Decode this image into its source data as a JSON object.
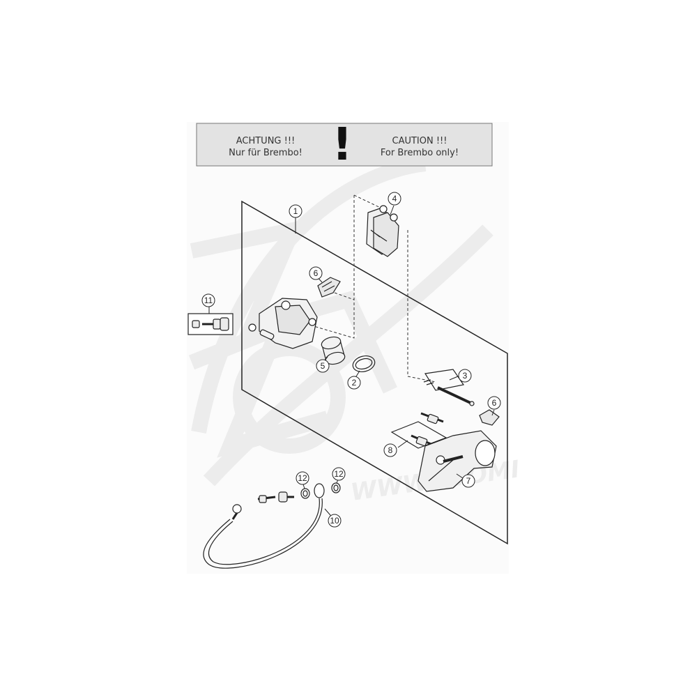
{
  "warning": {
    "de_title": "ACHTUNG !!!",
    "de_text": "Nur für Brembo!",
    "symbol": "!",
    "en_title": "CAUTION !!!",
    "en_text": "For Brembo only!"
  },
  "callouts": [
    "1",
    "2",
    "3",
    "4",
    "5",
    "6",
    "6",
    "7",
    "8",
    "10",
    "11",
    "12",
    "12"
  ],
  "watermark": {
    "text": "WWW.ATOMI"
  },
  "colors": {
    "panel": "#e3e3e3",
    "line": "#222222",
    "watermark": "#ececec",
    "part": "#f0f0f0"
  }
}
